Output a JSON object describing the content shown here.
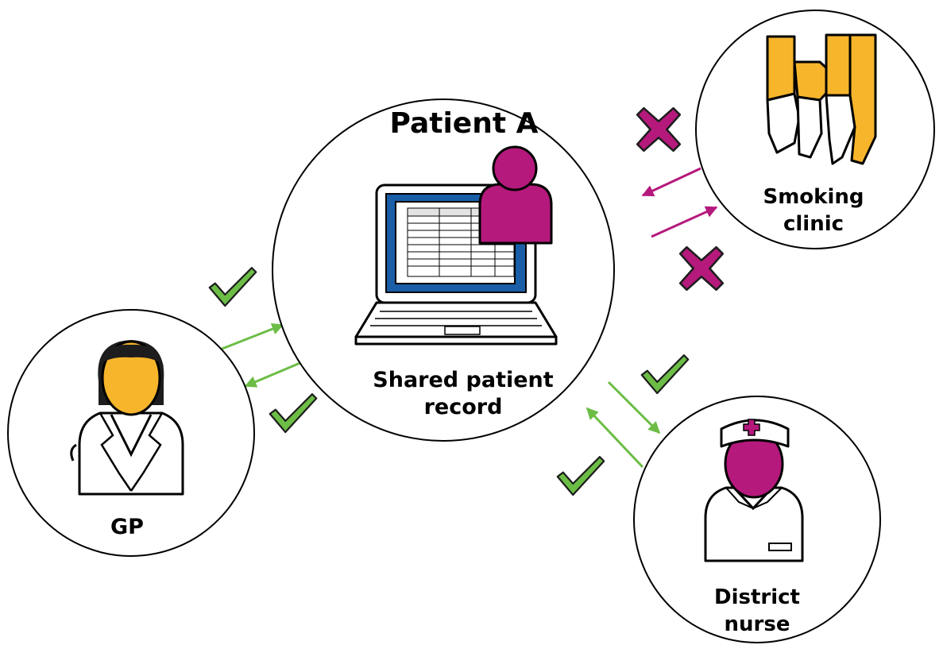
{
  "center": {
    "title": "Patient A",
    "caption_line1": "Shared patient",
    "caption_line2": "record"
  },
  "nodes": {
    "gp": {
      "label": "GP"
    },
    "smoking_clinic": {
      "label_line1": "Smoking",
      "label_line2": "clinic"
    },
    "district_nurse": {
      "label_line1": "District",
      "label_line2": "nurse"
    }
  },
  "links": [
    {
      "between": [
        "GP",
        "Shared patient record"
      ],
      "access": "allowed",
      "icon": "check-icon"
    },
    {
      "between": [
        "District nurse",
        "Shared patient record"
      ],
      "access": "allowed",
      "icon": "check-icon"
    },
    {
      "between": [
        "Smoking clinic",
        "Shared patient record"
      ],
      "access": "denied",
      "icon": "cross-icon"
    }
  ],
  "colors": {
    "allowed": "#6cbd45",
    "denied": "#b5197c",
    "patient": "#b5197c",
    "skin": "#f7b52b",
    "screen": "#1a5ea8",
    "outline": "#000000"
  }
}
